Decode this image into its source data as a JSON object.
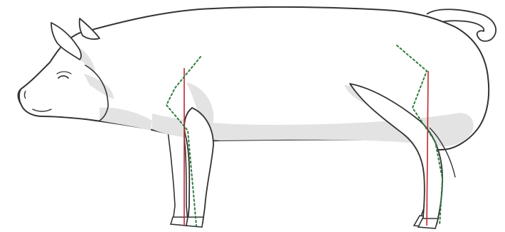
{
  "figure": {
    "subject": "pig-side-view-leg-conformation",
    "colors": {
      "background": "#ffffff",
      "outline": "#333333",
      "body_fill": "#ffffff",
      "shade": "#e3e3e3",
      "plumb_line": "#c0272d",
      "bone_line": "#2e7d3e"
    },
    "annotations": [
      {
        "kind": "plumb-line",
        "leg": "front",
        "style": "solid",
        "color": "#c0272d"
      },
      {
        "kind": "leg-bone-alignment",
        "leg": "front",
        "style": "dotted",
        "color": "#2e7d3e"
      },
      {
        "kind": "plumb-line",
        "leg": "rear",
        "style": "solid",
        "color": "#c0272d"
      },
      {
        "kind": "leg-bone-alignment",
        "leg": "rear",
        "style": "dotted",
        "color": "#2e7d3e"
      }
    ]
  }
}
